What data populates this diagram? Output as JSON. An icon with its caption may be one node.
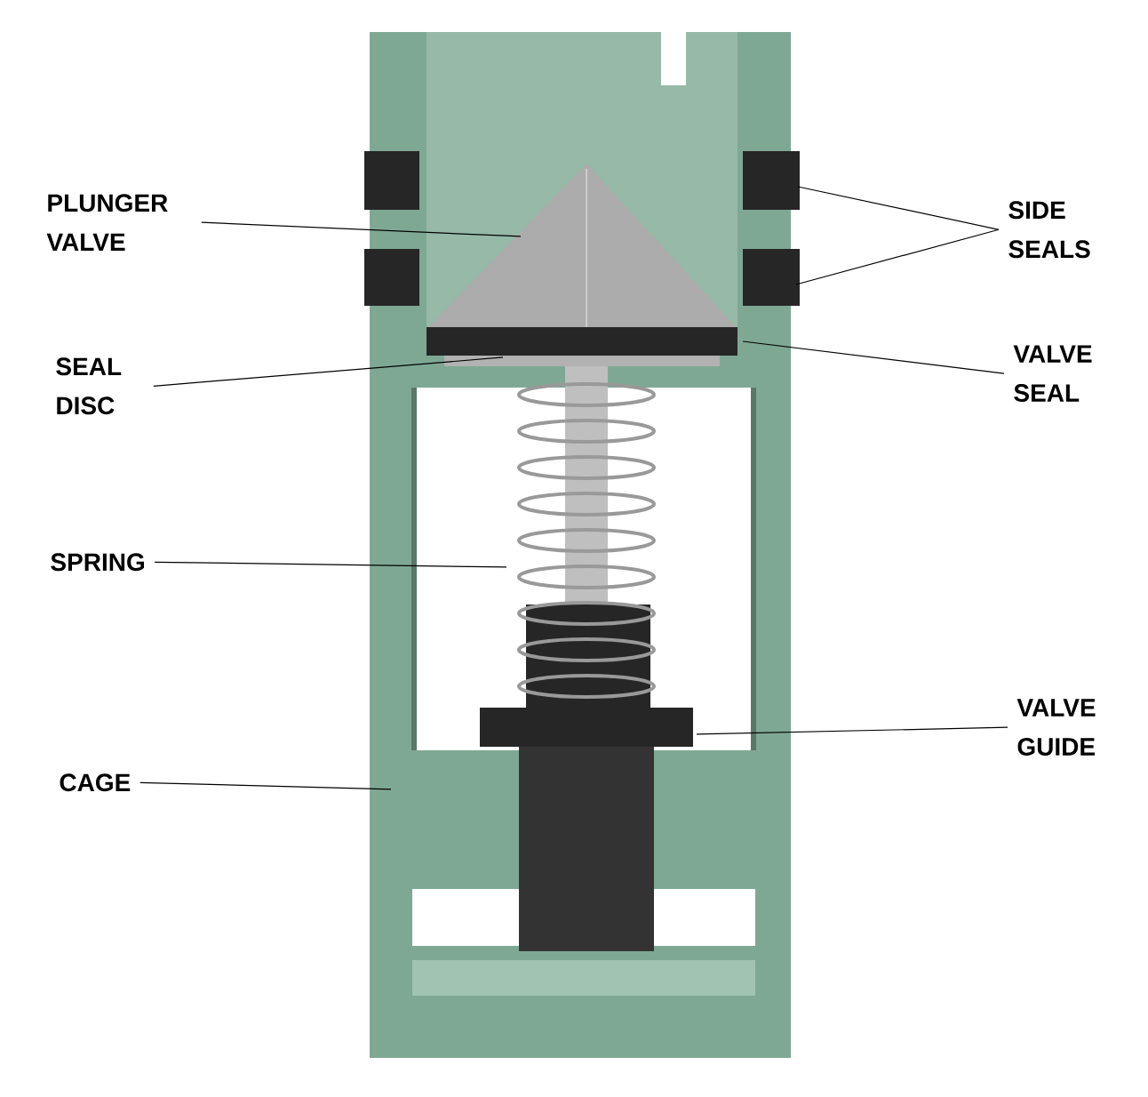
{
  "diagram": {
    "nodes": [
      {
        "text": [
          "PLUNGER VALVE"
        ]
      },
      {
        "text": [
          "SEAL DISC"
        ]
      },
      {
        "text": [
          "SPRING"
        ]
      },
      {
        "text": [
          "CAGE"
        ]
      },
      {
        "text": [
          "SIDE SEALS"
        ]
      },
      {
        "text": [
          "VALVE SEAL"
        ]
      },
      {
        "text": [
          "VALVE GUIDE"
        ]
      }
    ],
    "edges": [
      {
        "from": 0,
        "to": null,
        "arrow": "none"
      },
      {
        "from": 1,
        "to": null,
        "arrow": "none"
      },
      {
        "from": 2,
        "to": null,
        "arrow": "none"
      },
      {
        "from": 3,
        "to": null,
        "arrow": "none"
      },
      {
        "from": 4,
        "to": null,
        "arrow": "none"
      },
      {
        "from": 4,
        "to": null,
        "arrow": "none"
      },
      {
        "from": 5,
        "to": null,
        "arrow": "none"
      },
      {
        "from": 6,
        "to": null,
        "arrow": "none"
      }
    ]
  }
}
